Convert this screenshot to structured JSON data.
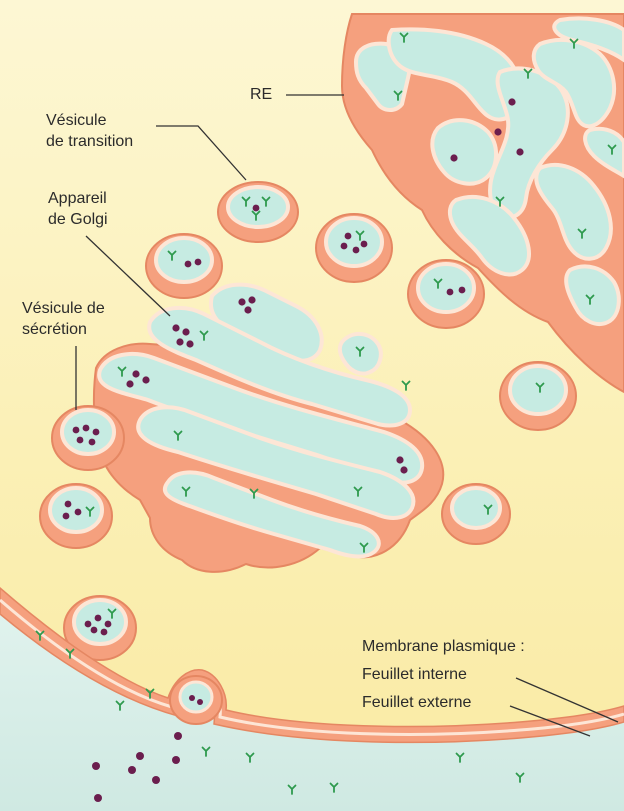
{
  "labels": {
    "re": "RE",
    "transition_vesicle": "Vésicule\nde transition",
    "golgi": "Appareil\nde Golgi",
    "secretion_vesicle": "Vésicule de\nsécrétion",
    "membrane_title": "Membrane plasmique :",
    "inner_leaflet": "Feuillet interne",
    "outer_leaflet": "Feuillet externe"
  },
  "colors": {
    "background_top": "#fdf7d4",
    "background_mid": "#fbf0b6",
    "organelle_wall": "#f7a583",
    "organelle_wall_dark": "#ec8a66",
    "membrane_highlight": "#fde6d6",
    "lumen": "#c6ebe2",
    "extracellular": "#d9efea",
    "protein_dot": "#6b1e4e",
    "glycan_mark": "#2e9a4e",
    "leader_line": "#333333"
  }
}
